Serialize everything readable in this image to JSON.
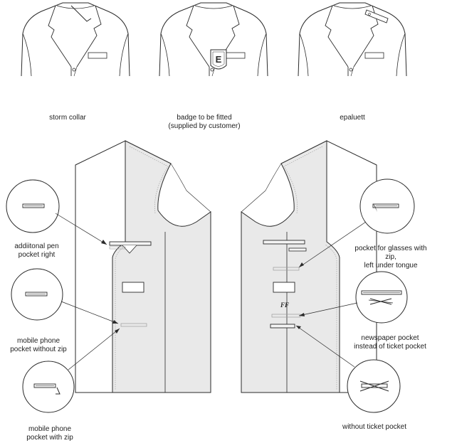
{
  "labels": {
    "storm_collar": "storm collar",
    "badge": "badge to be fitted\n(supplied by customer)",
    "epaulette": "epaluett",
    "pen_pocket": "addiitonal pen\npocket right",
    "phone_pocket_no_zip": "mobile phone\npocket without zip",
    "phone_pocket_zip": "mobile phone\npocket with zip",
    "glasses_pocket": "pocket for glasses with\nzip,\nleft under tongue",
    "newspaper_pocket": "newspaper pocket\ninstead of ticket pocket",
    "no_ticket_pocket": "without ticket pocket"
  },
  "badge_letter": "E",
  "logo_mark": "FF",
  "colors": {
    "line": "#2a2a2a",
    "lining": "#e9e9e9",
    "stitch": "#9a9a9a"
  }
}
